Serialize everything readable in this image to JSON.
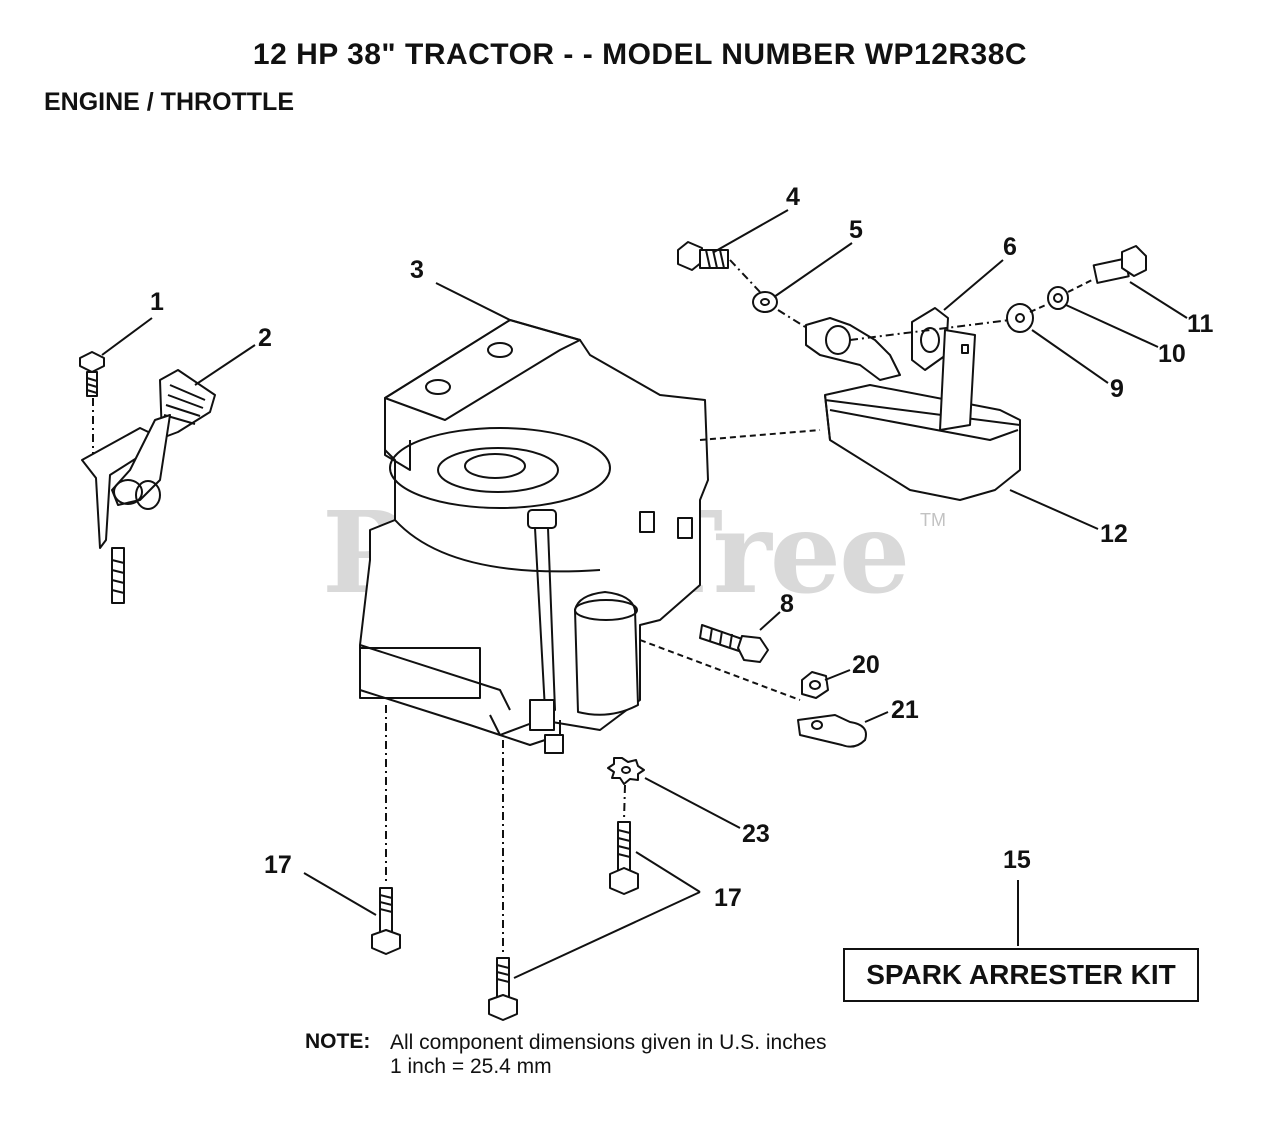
{
  "title": "12 HP 38\" TRACTOR - - MODEL NUMBER WP12R38C",
  "subtitle": "ENGINE / THROTTLE",
  "watermark": "PartsTree",
  "trademark": "TM",
  "callouts": {
    "c1": "1",
    "c2": "2",
    "c3": "3",
    "c4": "4",
    "c5": "5",
    "c6": "6",
    "c8": "8",
    "c9": "9",
    "c10": "10",
    "c11": "11",
    "c12": "12",
    "c15": "15",
    "c17a": "17",
    "c17b": "17",
    "c20": "20",
    "c21": "21",
    "c23": "23"
  },
  "spark_kit_label": "SPARK ARRESTER KIT",
  "note": {
    "label": "NOTE:",
    "line1": "All component dimensions given in U.S. inches",
    "line2": "1 inch = 25.4 mm"
  }
}
